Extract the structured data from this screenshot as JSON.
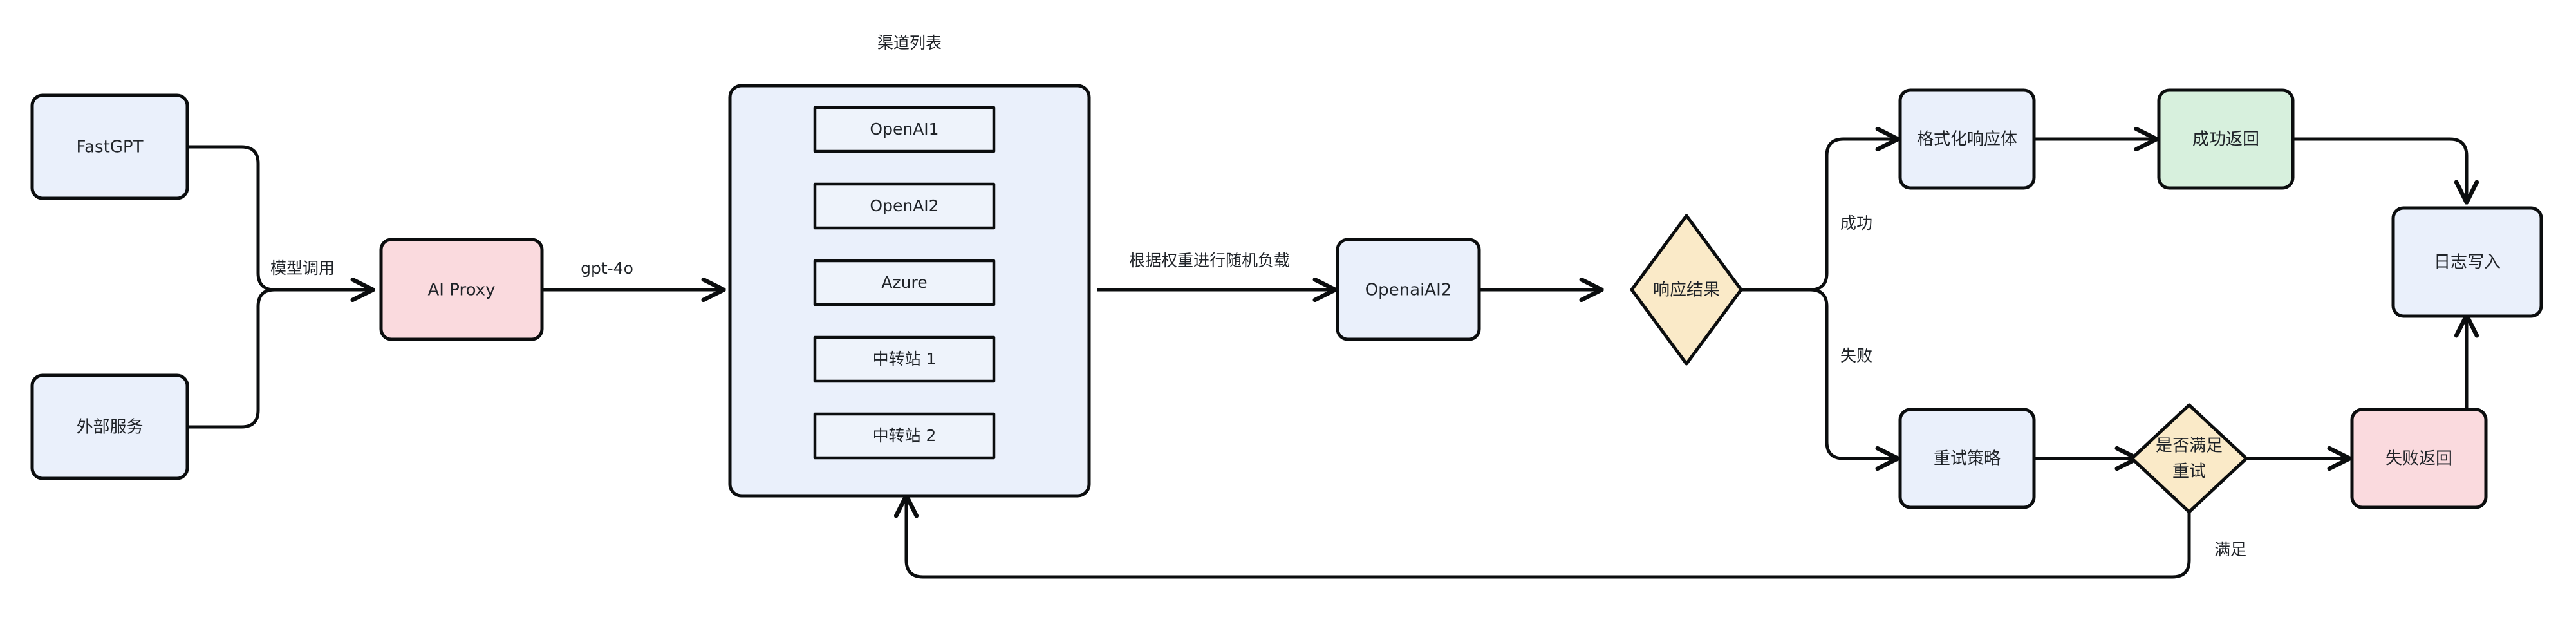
{
  "diagram": {
    "title_text": "渠道列表",
    "colors": {
      "blue_fill": "#eaf0fb",
      "pink_fill": "#fadade",
      "green_fill": "#d7f0dd",
      "tan_fill": "#faeac8",
      "stroke": "#0b0d0e",
      "text": "#1f2328",
      "background": "#ffffff"
    },
    "nodes": {
      "fastgpt": {
        "label": "FastGPT",
        "shape": "rounded-rect",
        "fill": "blue_fill"
      },
      "external_service": {
        "label": "外部服务",
        "shape": "rounded-rect",
        "fill": "blue_fill"
      },
      "ai_proxy": {
        "label": "AI Proxy",
        "shape": "rounded-rect",
        "fill": "pink_fill"
      },
      "channel_list": {
        "label": "渠道列表",
        "shape": "rounded-rect",
        "fill": "blue_fill"
      },
      "openai_ai2": {
        "label": "OpenaiAI2",
        "shape": "rounded-rect",
        "fill": "blue_fill"
      },
      "response_result": {
        "label": "响应结果",
        "shape": "diamond",
        "fill": "tan_fill"
      },
      "format_response_body": {
        "label": "格式化响应体",
        "shape": "rounded-rect",
        "fill": "blue_fill"
      },
      "success_return": {
        "label": "成功返回",
        "shape": "rounded-rect",
        "fill": "green_fill"
      },
      "log_write": {
        "label": "日志写入",
        "shape": "rounded-rect",
        "fill": "blue_fill"
      },
      "retry_strategy": {
        "label": "重试策略",
        "shape": "rounded-rect",
        "fill": "blue_fill"
      },
      "retry_condition": {
        "label_line1": "是否满足",
        "label_line2": "重试",
        "shape": "diamond",
        "fill": "tan_fill"
      },
      "failure_return": {
        "label": "失败返回",
        "shape": "rounded-rect",
        "fill": "pink_fill"
      }
    },
    "channel_items": [
      {
        "label": "OpenAI1"
      },
      {
        "label": "OpenAI2"
      },
      {
        "label": "Azure"
      },
      {
        "label": "中转站 1"
      },
      {
        "label": "中转站 2"
      }
    ],
    "edge_labels": {
      "model_call": "模型调用",
      "model_name": "gpt-4o",
      "weighted_random_load": "根据权重进行随机负载",
      "success": "成功",
      "failure": "失败",
      "satisfied": "满足"
    }
  }
}
